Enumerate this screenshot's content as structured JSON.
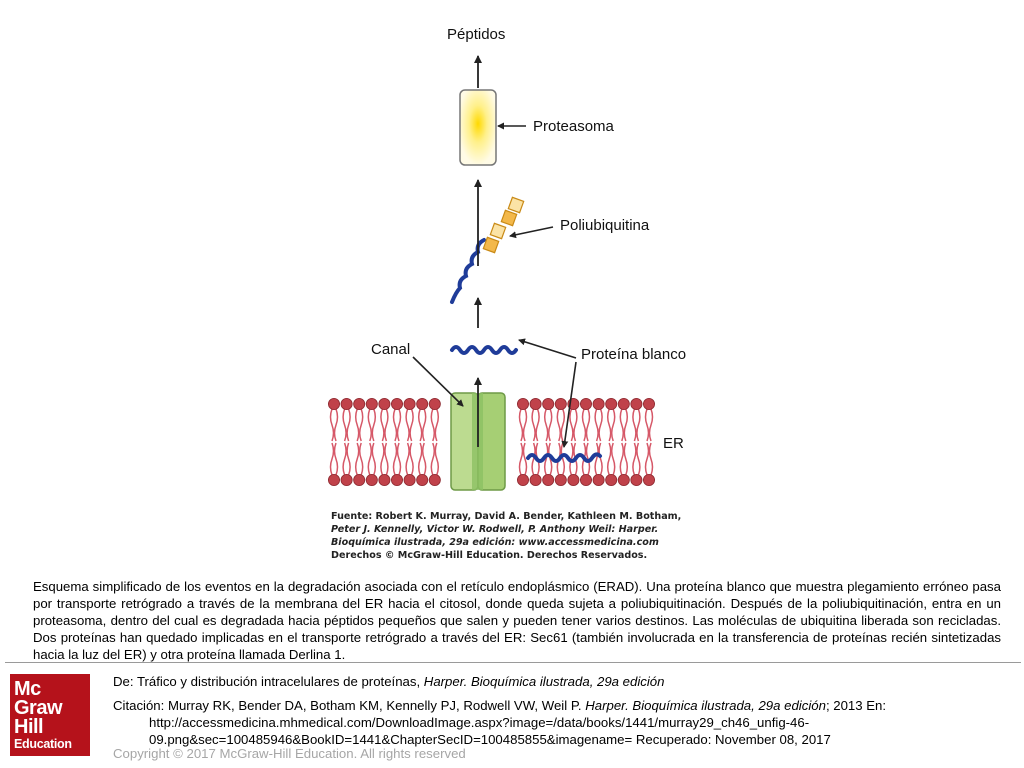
{
  "diagram": {
    "labels": {
      "peptides": "Péptidos",
      "proteasome": "Proteasoma",
      "polyubiquitin": "Poliubiquitina",
      "channel": "Canal",
      "target_protein": "Proteína blanco",
      "er": "ER"
    },
    "source_lines": [
      "Fuente: Robert K. Murray, David A. Bender, Kathleen M. Botham,",
      "Peter J. Kennelly, Victor W. Rodwell, P. Anthony Weil: Harper.",
      "Bioquímica ilustrada, 29a edición: www.accessmedicina.com",
      "Derechos © McGraw-Hill Education. Derechos Reservados."
    ],
    "colors": {
      "protein": "#1f3c99",
      "membrane_head": "#c0424a",
      "membrane_tail": "#d65868",
      "channel_fill": "#b9d98a",
      "channel_dark": "#8cc063",
      "ubiquitin": "#f3b84a",
      "proteasome_glow": "#ffe23a"
    }
  },
  "caption": "Esquema simplificado de los eventos en la degradación asociada con el retículo endoplásmico (ERAD). Una proteína blanco que muestra plegamiento erróneo pasa por transporte retrógrado a través de la membrana del ER hacia el citosol, donde queda sujeta a poliubiquitinación. Después de la poliubiquitinación, entra en un proteasoma, dentro del cual es degradada hacia péptidos pequeños que salen y pueden tener varios destinos. Las moléculas de ubiquitina liberada son recicladas. Dos proteínas han quedado implicadas en el transporte retrógrado a través del ER: Sec61 (también involucrada en la transferencia de proteínas recién sintetizadas hacia la luz del ER) y otra proteína llamada Derlina 1.",
  "logo": {
    "line1": "Mc",
    "line2": "Graw",
    "line3": "Hill",
    "line4": "Education"
  },
  "reference": {
    "from_prefix": "De: Tráfico y distribución intracelulares de proteínas, ",
    "from_title": "Harper. Bioquímica ilustrada, 29a edición",
    "citation_prefix": "Citación: Murray RK, Bender DA, Botham KM, Kennelly PJ, Rodwell VW, Weil P. ",
    "citation_title": "Harper. Bioquímica ilustrada, 29a edición",
    "citation_suffix": "; 2013 En:",
    "citation_url": "http://accessmedicina.mhmedical.com/DownloadImage.aspx?image=/data/books/1441/murray29_ch46_unfig-46-09.png&sec=100485946&BookID=1441&ChapterSecID=100485855&imagename= Recuperado: November 08, 2017",
    "copyright": "Copyright © 2017 McGraw-Hill Education. All rights reserved"
  }
}
